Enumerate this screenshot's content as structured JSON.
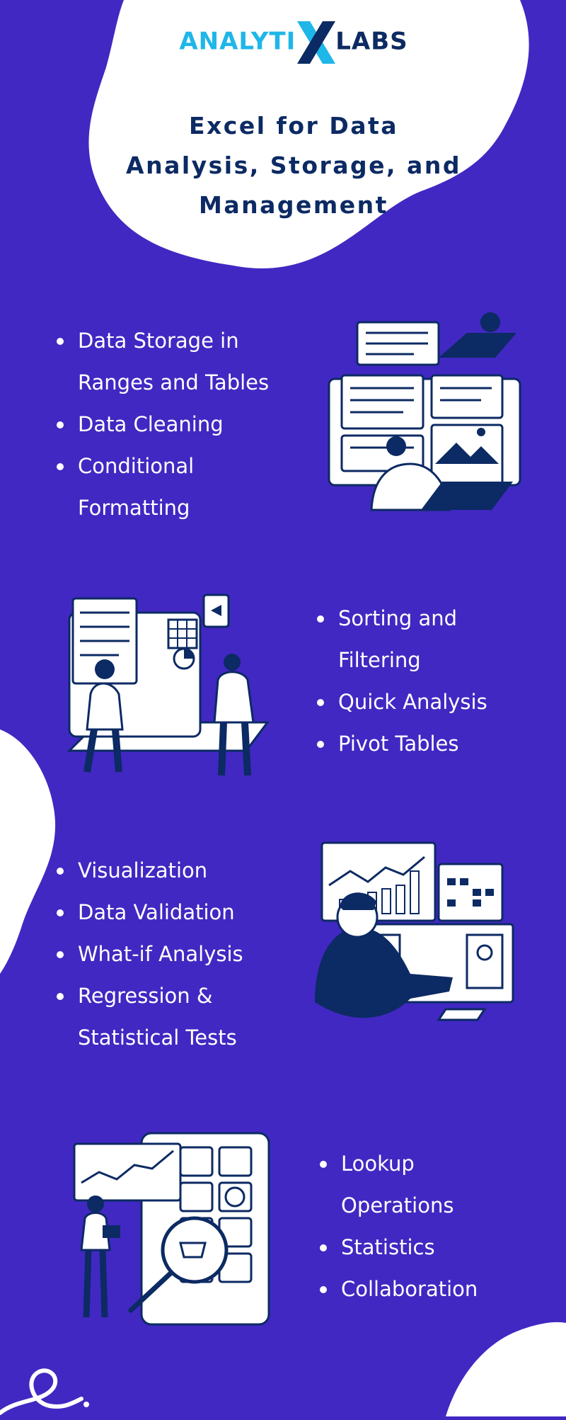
{
  "brand": {
    "logo_left": "ANALYTI",
    "logo_right": "LABS",
    "logo_mark": "X"
  },
  "title": "Excel for Data Analysis, Storage, and Management",
  "sections": [
    {
      "items": [
        "Data Storage in Ranges and Tables",
        "Data Cleaning",
        "Conditional Formatting"
      ]
    },
    {
      "items": [
        "Sorting and Filtering",
        "Quick Analysis",
        "Pivot Tables"
      ]
    },
    {
      "items": [
        "Visualization",
        "Data Validation",
        "What-if Analysis",
        "Regression & Statistical Tests"
      ]
    },
    {
      "items": [
        "Lookup Operations",
        "Statistics",
        "Collaboration"
      ]
    }
  ],
  "colors": {
    "background": "#4128c2",
    "navy": "#0c2a63",
    "cyan": "#1fb6e8",
    "white": "#ffffff"
  }
}
